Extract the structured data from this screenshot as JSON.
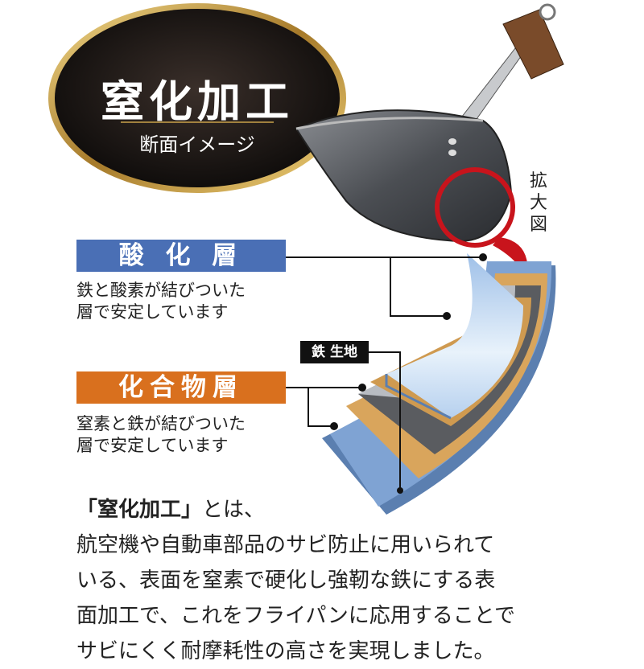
{
  "header": {
    "title": "窒化加工",
    "subtitle": "断面イメージ"
  },
  "zoom_label": "拡大図",
  "layers": {
    "oxide": {
      "label": "酸 化 層",
      "desc": [
        "鉄と酸素が結びついた",
        "層で安定しています"
      ],
      "color": "#4a6fb5"
    },
    "compound": {
      "label": "化合物層",
      "desc": [
        "窒素と鉄が結びついた",
        "層で安定しています"
      ],
      "color": "#d9701e"
    },
    "base": {
      "label": "鉄 生地"
    }
  },
  "paragraph": {
    "heading": "「窒化加工」",
    "first_line_rest": "とは、",
    "lines": [
      "航空機や自動車部品のサビ防止に用いられて",
      "いる、表面を窒素で硬化し強靭な鉄にする表",
      "面加工で、これをフライパンに応用することで",
      "サビにくく耐摩耗性の高さを実現しました。"
    ]
  }
}
